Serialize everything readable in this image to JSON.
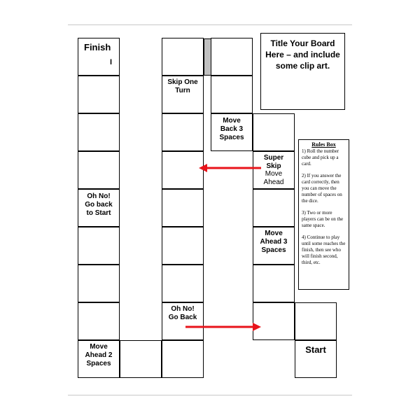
{
  "board": {
    "title": "Title Your Board\nHere – and include\nsome clip art.",
    "finish_label": "Finish",
    "finish_mark": "I",
    "start_label": "Start",
    "spaces": {
      "skip_one_turn": "Skip One\nTurn",
      "move_back_3": "Move\nBack 3\nSpaces",
      "super_skip": "Super\nSkip",
      "super_skip_sub": "Move\nAhead",
      "oh_no_start": "Oh No!\nGo back\nto Start",
      "move_ahead_3": "Move\nAhead 3\nSpaces",
      "oh_no_back": "Oh No!\nGo Back",
      "move_ahead_2": "Move\nAhead 2\nSpaces"
    },
    "arrow_color": "#e8141b"
  },
  "rules": {
    "title": "Rules Box",
    "items": [
      "1) Roll the number cube and pick up a card.",
      "2) If you answer the card correctly, then you can move the number of spaces on the dice.",
      "3) Two or more players can be on the same space.",
      "4) Continue to play until some reaches the finish, then see who will finish second, third, etc."
    ]
  }
}
